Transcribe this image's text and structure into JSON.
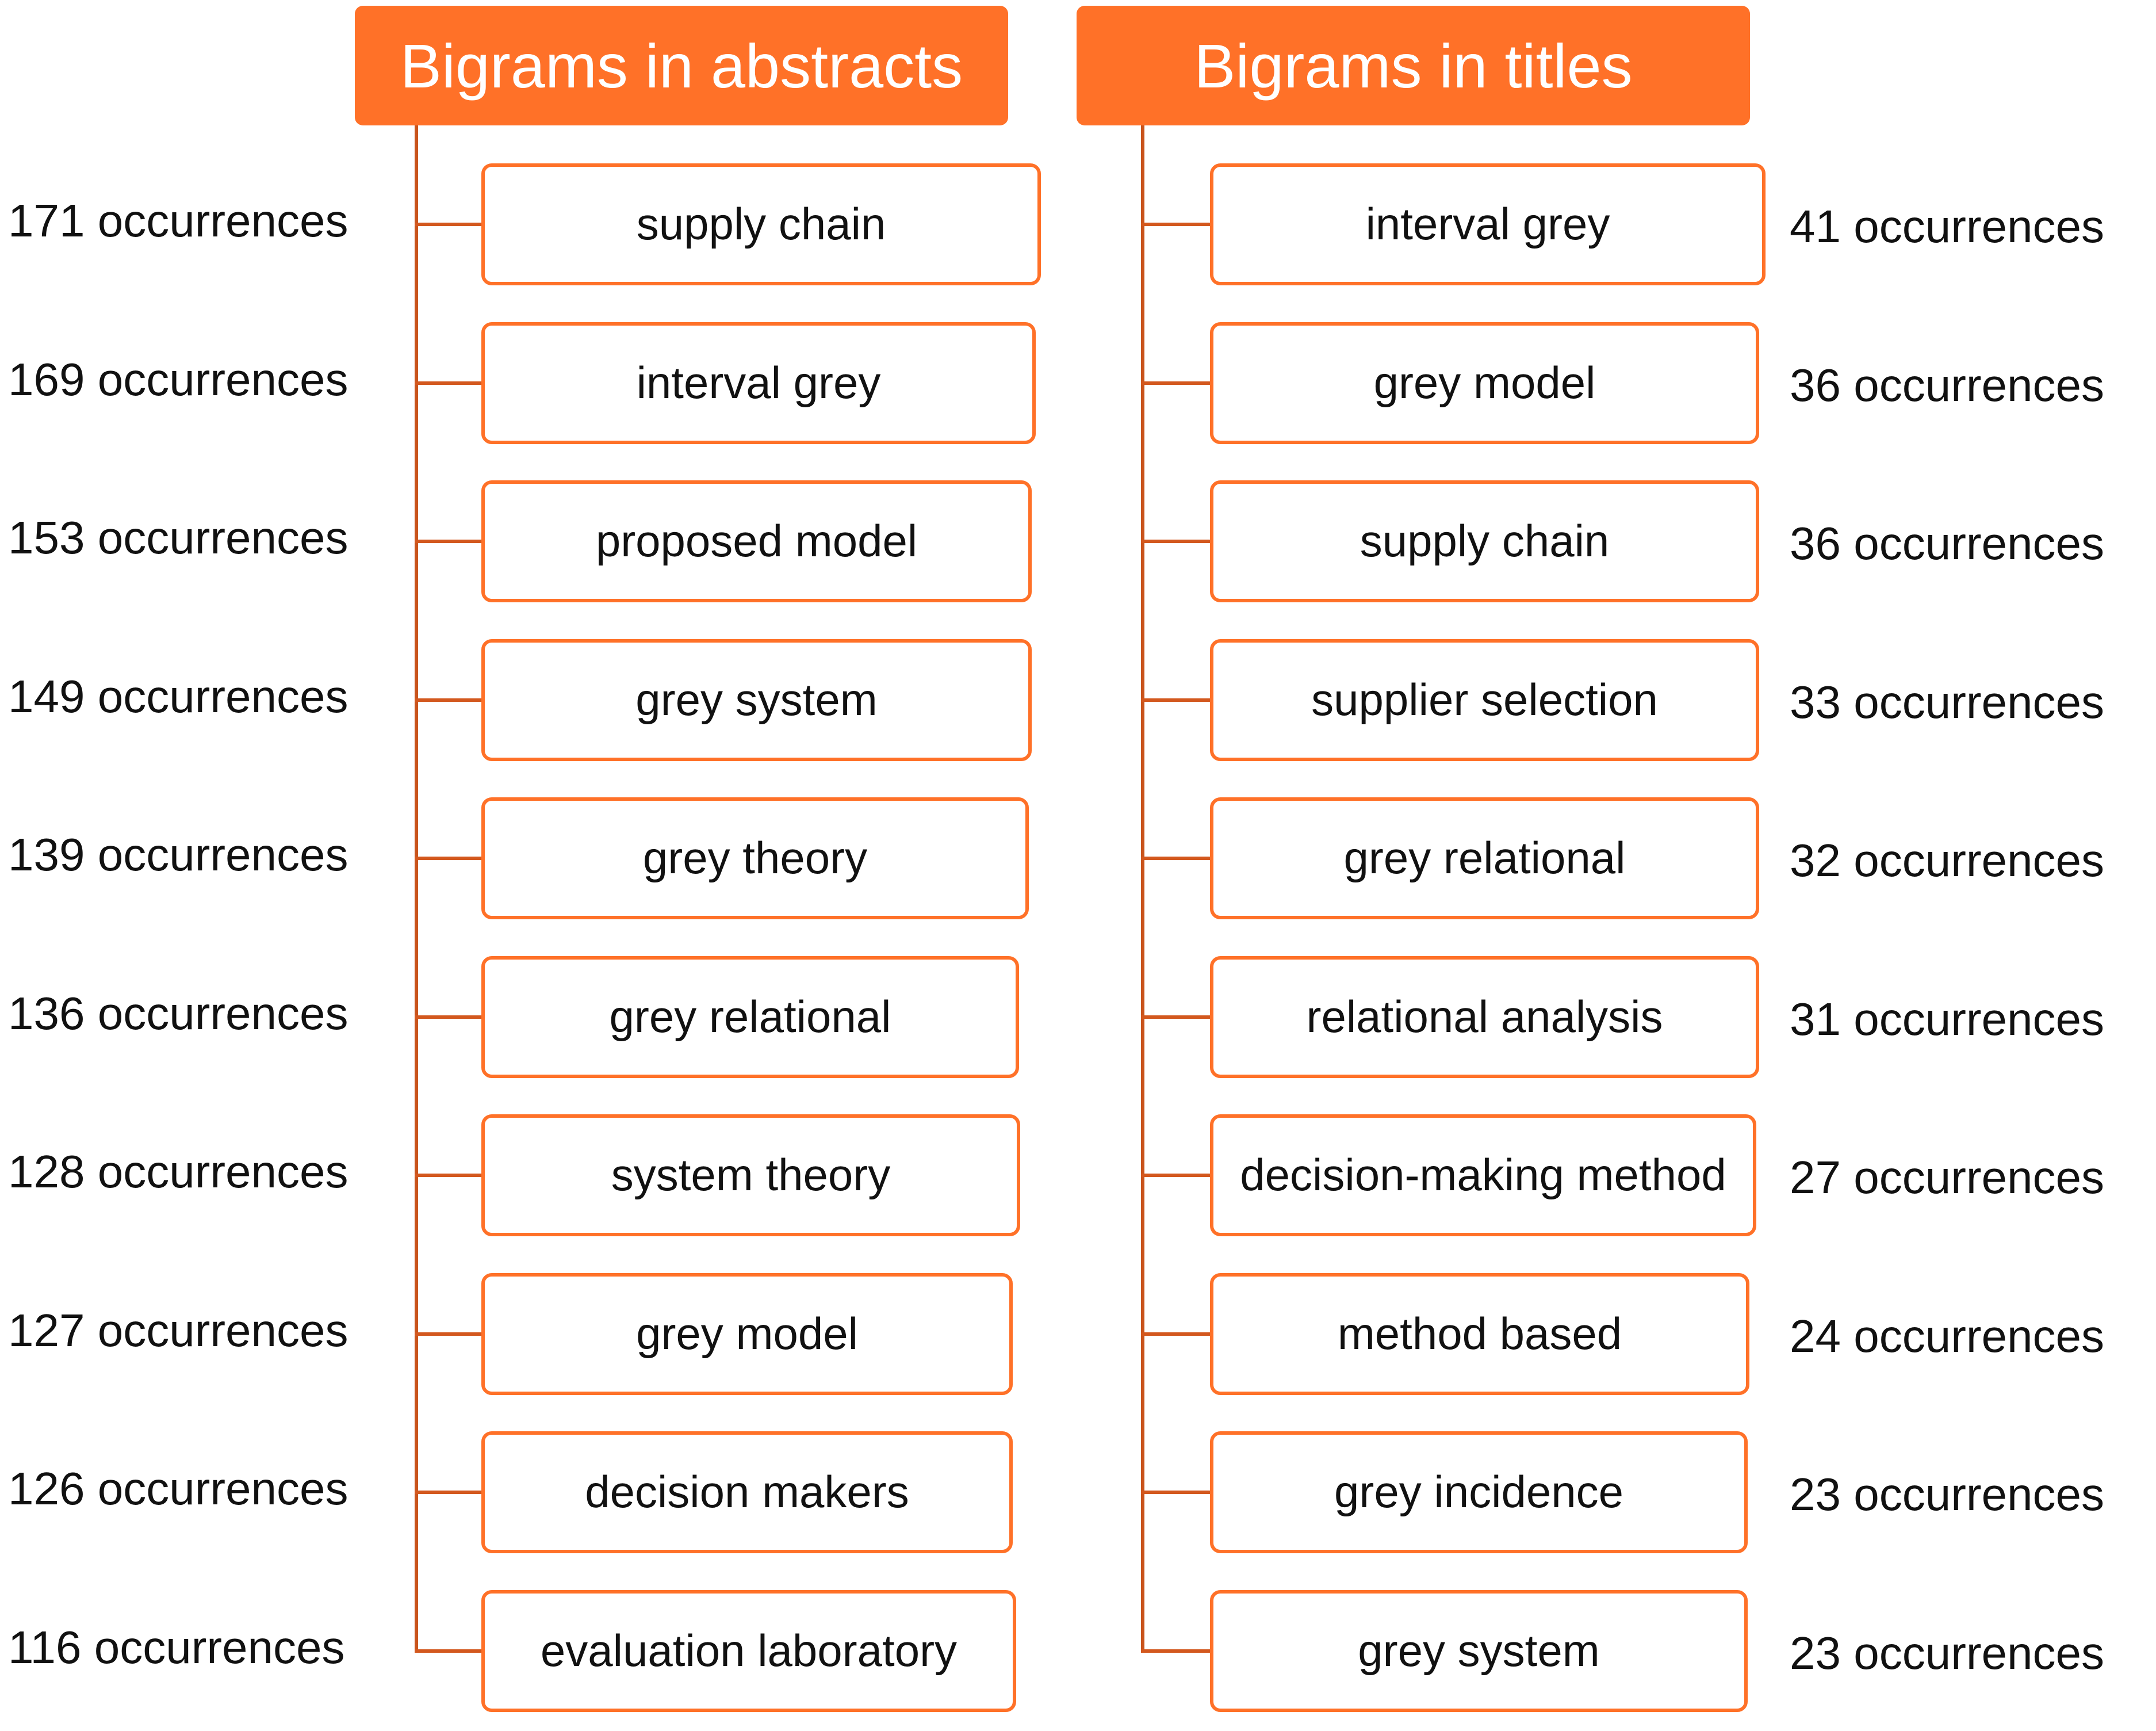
{
  "colors": {
    "header_fill": "#FF7128",
    "box_border": "#FF7128",
    "connector": "#C9541C"
  },
  "abstracts": {
    "title": "Bigrams in abstracts",
    "items": [
      {
        "label": "supply chain",
        "count": "171 occurrences"
      },
      {
        "label": "interval grey",
        "count": "169 occurrences"
      },
      {
        "label": "proposed model",
        "count": "153 occurrences"
      },
      {
        "label": "grey system",
        "count": "149 occurrences"
      },
      {
        "label": "grey theory",
        "count": "139 occurrences"
      },
      {
        "label": "grey relational",
        "count": "136 occurrences"
      },
      {
        "label": "system theory",
        "count": "128 occurrences"
      },
      {
        "label": "grey model",
        "count": "127 occurrences"
      },
      {
        "label": "decision makers",
        "count": "126 occurrences"
      },
      {
        "label": "evaluation laboratory",
        "count": "116 occurrences"
      }
    ]
  },
  "titles": {
    "title": "Bigrams in titles",
    "items": [
      {
        "label": "interval grey",
        "count": "41 occurrences"
      },
      {
        "label": "grey model",
        "count": "36 occurrences"
      },
      {
        "label": "supply chain",
        "count": "36 occurrences"
      },
      {
        "label": "supplier selection",
        "count": "33 occurrences"
      },
      {
        "label": "grey relational",
        "count": "32 occurrences"
      },
      {
        "label": "relational analysis",
        "count": "31 occurrences"
      },
      {
        "label": "decision-making method",
        "count": "27 occurrences"
      },
      {
        "label": "method based",
        "count": "24 occurrences"
      },
      {
        "label": "grey incidence",
        "count": "23 occurrences"
      },
      {
        "label": "grey system",
        "count": "23 occurrences"
      }
    ]
  }
}
